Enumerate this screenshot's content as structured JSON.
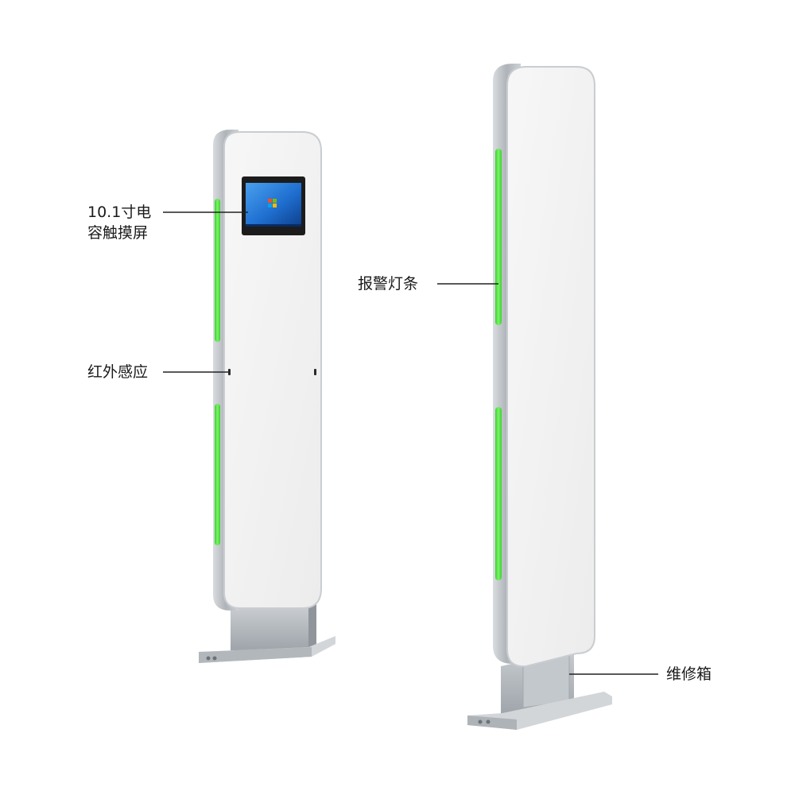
{
  "callouts": {
    "touchscreen": {
      "line1": "10.1寸电",
      "line2": "容触摸屏"
    },
    "infrared": "红外感应",
    "alarm_light": "报警灯条",
    "maintenance_box": "维修箱"
  },
  "colors": {
    "panel_face": "#f1f1f1",
    "panel_frame": "#c9cdd1",
    "alarm_light": "#4ee040",
    "screen_bezel": "#1c1c1c",
    "screen_display": "#1f6fd0",
    "base_metal": "#b9bec3",
    "callout_line": "#222222"
  },
  "icons": {
    "screen_logo": "windows-logo-icon"
  }
}
